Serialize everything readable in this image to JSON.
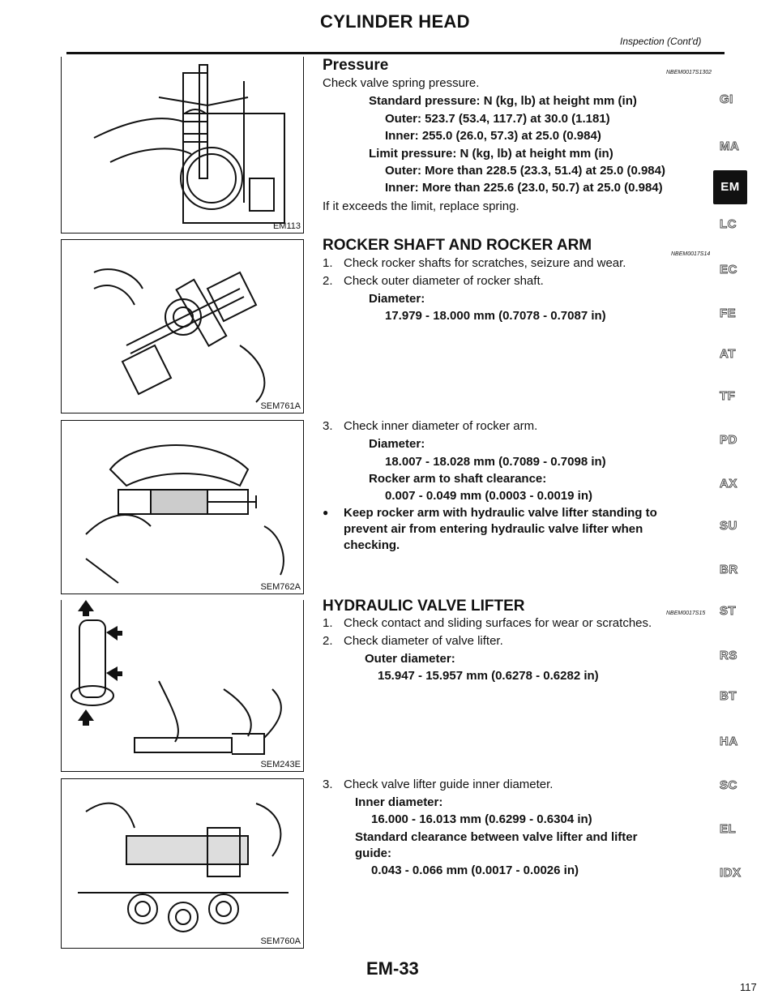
{
  "header": {
    "title": "CYLINDER HEAD",
    "subtitle": "Inspection (Cont'd)"
  },
  "figures": [
    {
      "label": "EM113"
    },
    {
      "label": "SEM761A"
    },
    {
      "label": "SEM762A"
    },
    {
      "label": "SEM243E"
    },
    {
      "label": "SEM760A"
    }
  ],
  "pressure": {
    "heading": "Pressure",
    "code": "NBEM0017S1302",
    "intro": "Check valve spring pressure.",
    "std_label": "Standard pressure: N (kg, lb) at height mm (in)",
    "std_outer": "Outer: 523.7 (53.4, 117.7) at 30.0 (1.181)",
    "std_inner": "Inner: 255.0 (26.0, 57.3) at 25.0 (0.984)",
    "lim_label": "Limit pressure: N (kg, lb) at height mm (in)",
    "lim_outer": "Outer: More than 228.5 (23.3, 51.4) at 25.0 (0.984)",
    "lim_inner": "Inner: More than 225.6 (23.0, 50.7) at 25.0 (0.984)",
    "note": "If it exceeds the limit, replace spring."
  },
  "rocker": {
    "heading": "ROCKER SHAFT AND ROCKER ARM",
    "code": "NBEM0017S14",
    "s1_num": "1.",
    "s1": "Check rocker shafts for scratches, seizure and wear.",
    "s2_num": "2.",
    "s2": "Check outer diameter of rocker shaft.",
    "d_label": "Diameter:",
    "d_value": "17.979 - 18.000 mm (0.7078 - 0.7087 in)",
    "s3_num": "3.",
    "s3": "Check inner diameter of rocker arm.",
    "d2_label": "Diameter:",
    "d2_value": "18.007 - 18.028 mm (0.7089 - 0.7098 in)",
    "c_label": "Rocker arm to shaft clearance:",
    "c_value": "0.007 - 0.049 mm (0.0003 - 0.0019 in)",
    "bullet": "●",
    "bullet_text_1": "Keep rocker arm with hydraulic valve lifter standing to",
    "bullet_text_2": "prevent air from entering hydraulic valve lifter when",
    "bullet_text_3": "checking."
  },
  "lifter": {
    "heading": "HYDRAULIC VALVE LIFTER",
    "code": "NBEM0017S15",
    "s1_num": "1.",
    "s1": "Check contact and sliding surfaces for wear or scratches.",
    "s2_num": "2.",
    "s2": "Check diameter of valve lifter.",
    "o_label": "Outer diameter:",
    "o_value": "15.947 - 15.957 mm (0.6278 - 0.6282 in)",
    "s3_num": "3.",
    "s3": "Check valve lifter guide inner diameter.",
    "i_label": "Inner diameter:",
    "i_value": "16.000 - 16.013 mm (0.6299 - 0.6304 in)",
    "sc_label_1": "Standard clearance between valve lifter and lifter",
    "sc_label_2": "guide:",
    "sc_value": "0.043 - 0.066 mm (0.0017 - 0.0026 in)"
  },
  "sidebar": [
    "GI",
    "MA",
    "EM",
    "LC",
    "EC",
    "FE",
    "AT",
    "TF",
    "PD",
    "AX",
    "SU",
    "BR",
    "ST",
    "RS",
    "BT",
    "HA",
    "SC",
    "EL",
    "IDX"
  ],
  "page": "EM-33",
  "corner": "117"
}
